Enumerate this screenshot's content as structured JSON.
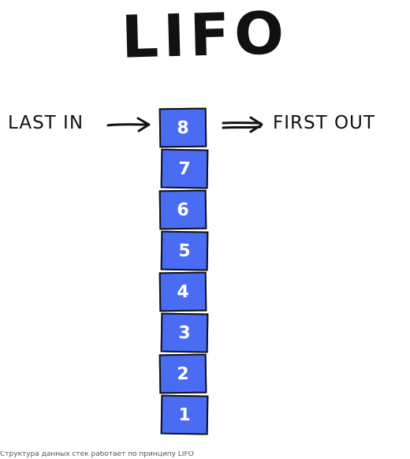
{
  "title": "LIFO",
  "labels": {
    "last_in": "LAST IN",
    "first_out": "FIRST OUT"
  },
  "stack": {
    "items": [
      "8",
      "7",
      "6",
      "5",
      "4",
      "3",
      "2",
      "1"
    ],
    "box_color": "#4a6cf2",
    "outline_color": "#111111"
  },
  "icons": [
    "right-arrow-icon",
    "double-right-arrow-icon"
  ],
  "caption": "Структура данных стек работает по принципу LIFO"
}
